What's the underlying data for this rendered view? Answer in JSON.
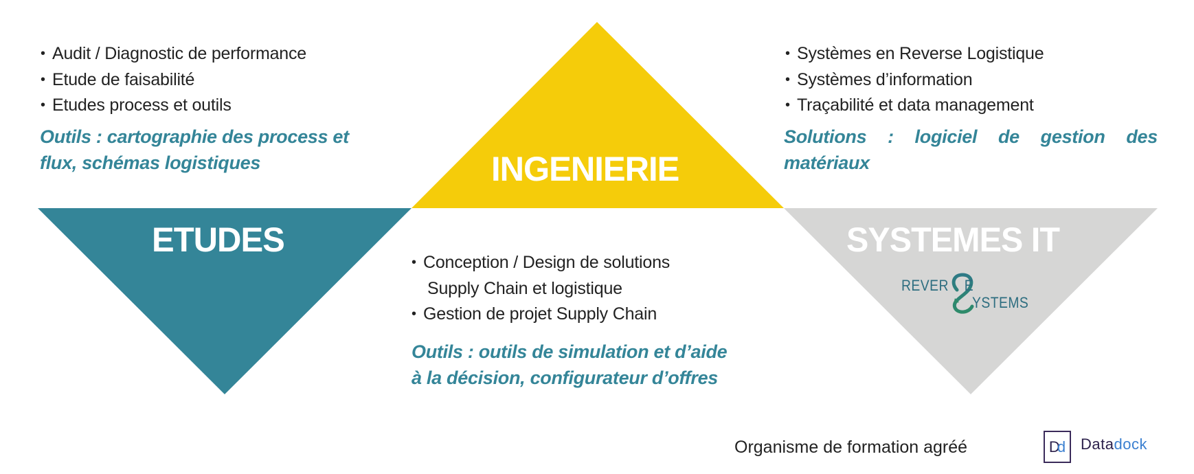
{
  "colors": {
    "teal": "#348598",
    "yellow": "#F5CC0A",
    "gray": "#D6D6D5",
    "text": "#222222",
    "accent_text": "#348598",
    "logo_text": "#2E6E80",
    "logo_green": "#2E8B6A",
    "datadock_dark": "#2A1F4A",
    "datadock_blue": "#3A7FD0"
  },
  "etudes": {
    "title": "ETUDES",
    "bullets": [
      "Audit / Diagnostic de performance",
      "Etude de faisabilité",
      "Etudes process et outils"
    ],
    "tools_line1": "Outils : cartographie des process et",
    "tools_line2": "flux, schémas logistiques"
  },
  "ingenierie": {
    "title": "INGENIERIE",
    "bullets": [
      {
        "line1": "Conception / Design de solutions",
        "line2": "Supply Chain et logistique"
      },
      {
        "line1": "Gestion de projet Supply Chain"
      }
    ],
    "tools_line1": "Outils : outils de simulation et d’aide",
    "tools_line2": "à la décision, configurateur d’offres"
  },
  "systemes": {
    "title": "SYSTEMES IT",
    "bullets": [
      "Systèmes en Reverse Logistique",
      "Systèmes d’information",
      "Traçabilité et data management"
    ],
    "tools": "Solutions : logiciel de gestion des matériaux",
    "logo": {
      "top": "REVER",
      "top_end": "E",
      "bottom": "YSTEMS",
      "icon": "reverse-s-loop-icon"
    }
  },
  "footer": {
    "label": "Organisme de formation agréé",
    "datadock_icon_left": "D",
    "datadock_icon_right": "d",
    "datadock_word_a": "Data",
    "datadock_word_b": "dock"
  }
}
